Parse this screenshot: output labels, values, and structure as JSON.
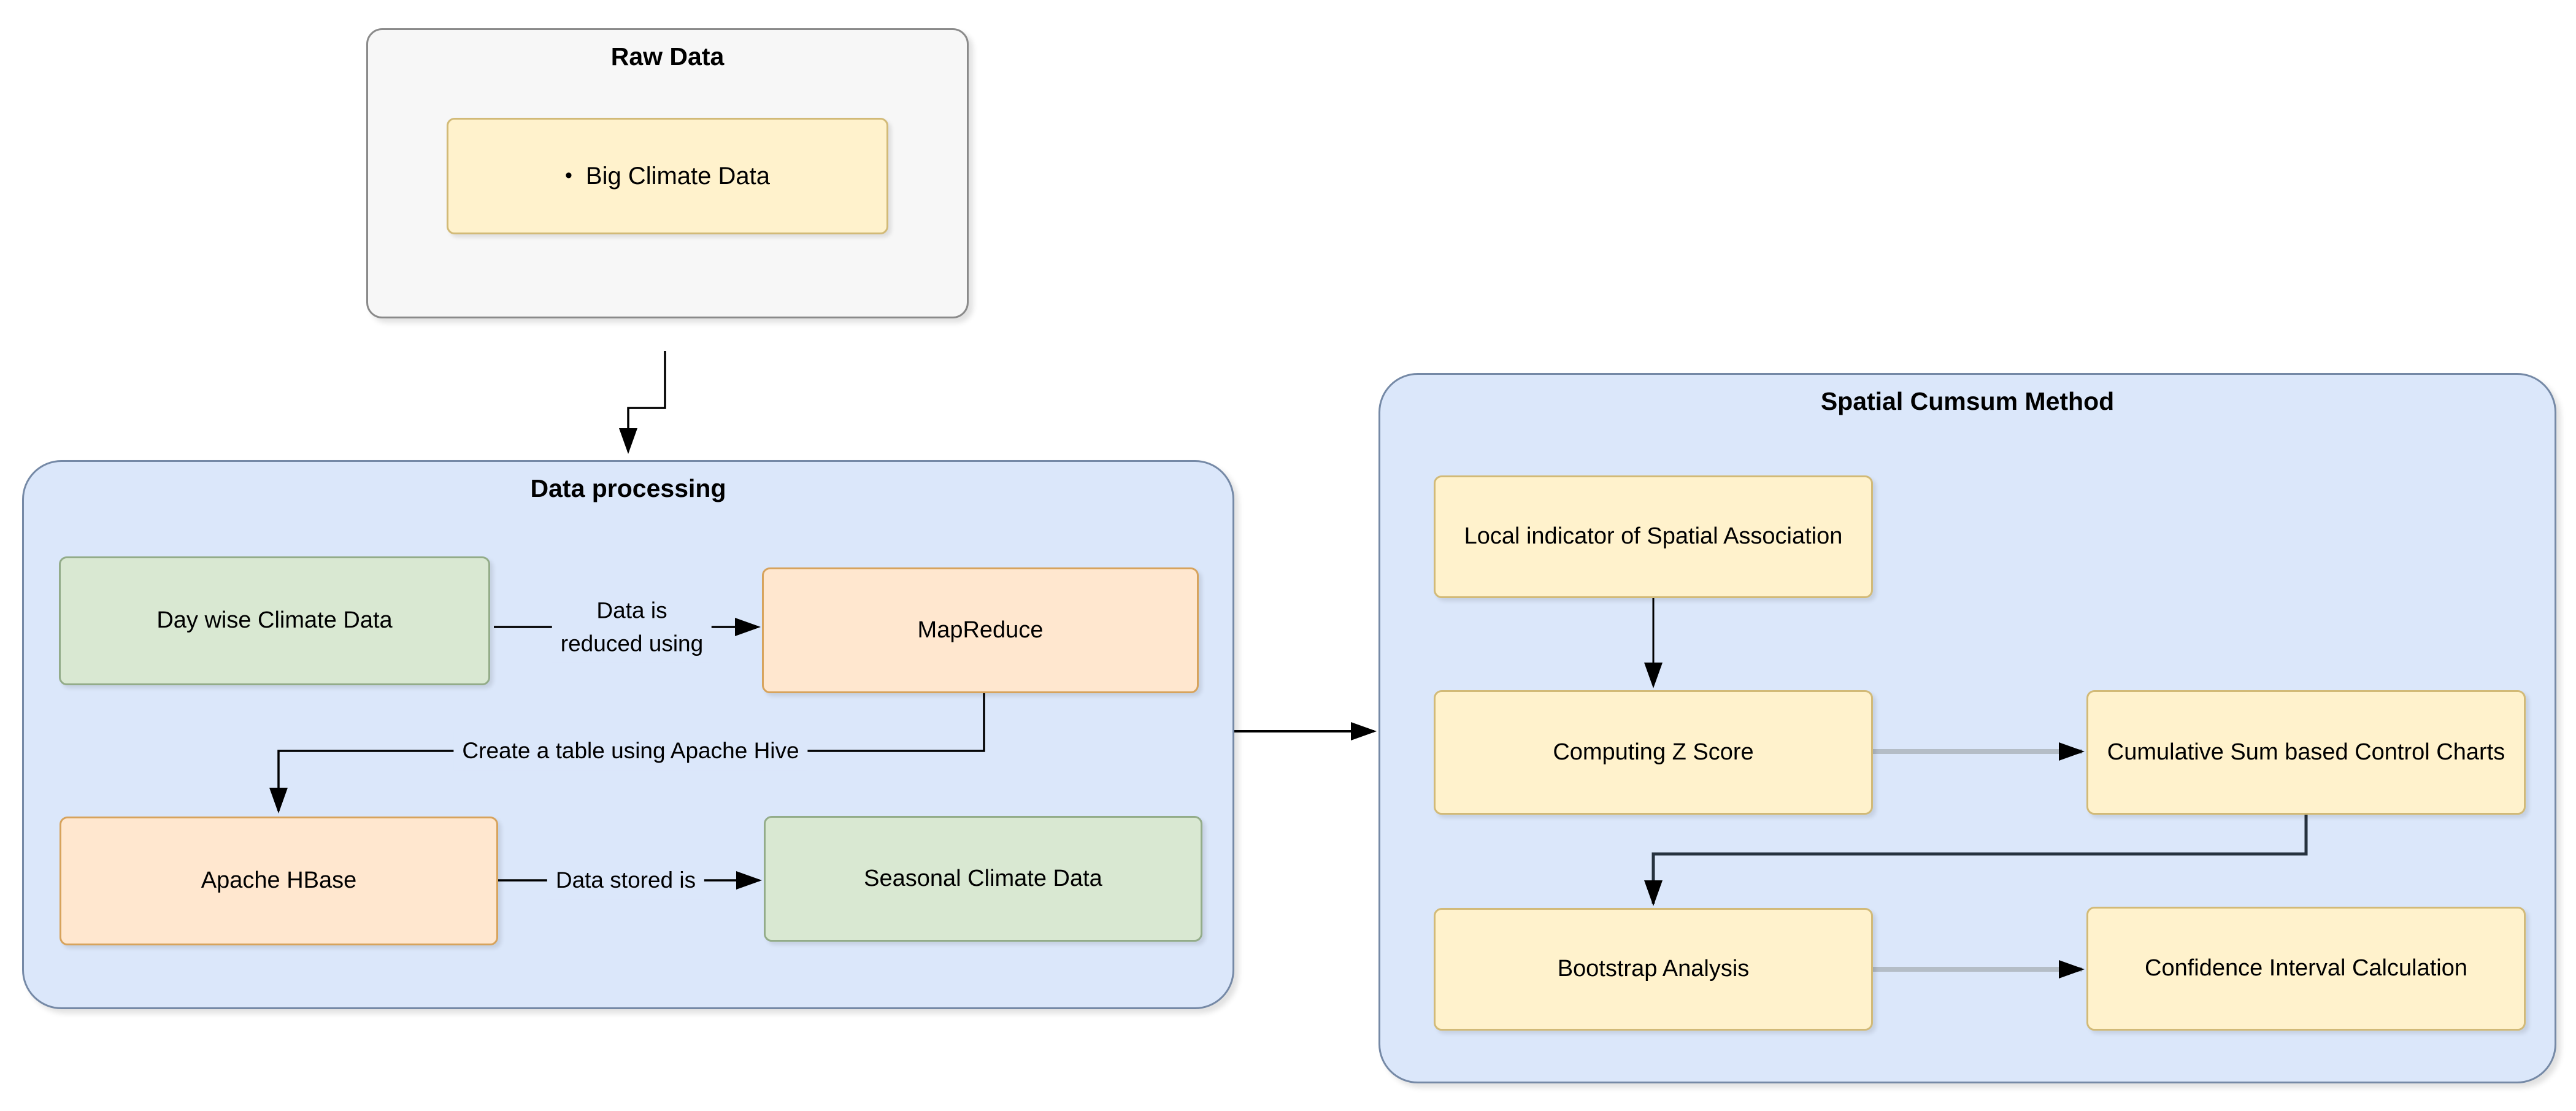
{
  "diagram": {
    "containers": {
      "raw_data": {
        "title": "Raw Data"
      },
      "data_processing": {
        "title": "Data processing"
      },
      "spatial_cumsum": {
        "title": "Spatial Cumsum Method"
      }
    },
    "nodes": {
      "big_climate": {
        "bullet": "•",
        "label": "Big Climate Data"
      },
      "day_wise": {
        "label": "Day wise Climate Data"
      },
      "mapreduce": {
        "label": "MapReduce"
      },
      "apache_hbase": {
        "label": "Apache HBase"
      },
      "seasonal": {
        "label": "Seasonal Climate Data"
      },
      "local_indicator": {
        "label": "Local indicator of Spatial Association"
      },
      "computing_z": {
        "label": "Computing Z Score"
      },
      "cumsum_charts": {
        "label": "Cumulative Sum based Control Charts"
      },
      "bootstrap": {
        "label": "Bootstrap Analysis"
      },
      "confidence": {
        "label": "Confidence Interval Calculation"
      }
    },
    "edge_labels": {
      "reduce": {
        "line1": "Data is",
        "line2": "reduced using"
      },
      "hive": {
        "text": "Create a table using Apache Hive"
      },
      "stored": {
        "text": "Data stored is"
      }
    },
    "colors": {
      "gray_fill": "#f7f7f7",
      "gray_border": "#8a8a8a",
      "blue_fill": "#dbe7fa",
      "blue_border": "#7589a6",
      "yellow_fill": "#fff2cc",
      "yellow_border": "#d2ba77",
      "green_fill": "#d9e8d2",
      "green_border": "#93ac89",
      "orange_fill": "#ffe7cf",
      "orange_border": "#d7a35c",
      "edge_black": "#000000",
      "edge_gray": "#b4bdc6",
      "edge_dark": "#26323e"
    }
  }
}
